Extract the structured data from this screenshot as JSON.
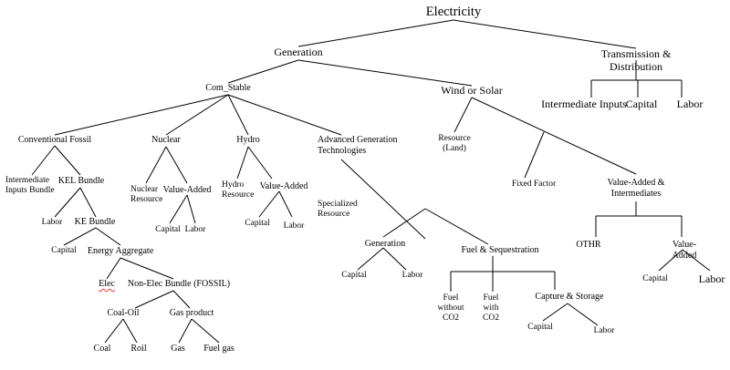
{
  "nodes": {
    "electricity": "Electricity",
    "generation": "Generation",
    "transmission_distribution": "Transmission & Distribution",
    "td_intermediate_inputs": "Intermediate Inputs",
    "td_capital": "Capital",
    "td_labor": "Labor",
    "com_stable": "Com_Stable",
    "wind_or_solar": "Wind or Solar",
    "conventional_fossil": "Conventional Fossil",
    "nuclear": "Nuclear",
    "hydro": "Hydro",
    "advanced_generation": "Advanced Generation\nTechnologies",
    "intermediate_inputs_bundle": "Intermediate\nInputs Bundle",
    "kel_bundle": "KEL Bundle",
    "kel_labor": "Labor",
    "ke_bundle": "KE Bundle",
    "ke_capital": "Capital",
    "energy_aggregate": "Energy Aggregate",
    "elec": "Elec",
    "non_elec_bundle": "Non-Elec Bundle (FOSSIL)",
    "coal_oil": "Coal-Oil",
    "gas_product": "Gas product",
    "coal": "Coal",
    "roil": "Roil",
    "gas": "Gas",
    "fuel_gas": "Fuel gas",
    "nuclear_resource": "Nuclear\nResource",
    "nuclear_value_added": "Value-Added",
    "nuclear_capital": "Capital",
    "nuclear_labor": "Labor",
    "hydro_resource": "Hydro\nResource",
    "hydro_value_added": "Value-Added",
    "hydro_capital": "Capital",
    "hydro_labor": "Labor",
    "specialized_resource": "Specialized\nResource",
    "adv_generation": "Generation",
    "adv_gen_capital": "Capital",
    "adv_gen_labor": "Labor",
    "fuel_sequestration": "Fuel & Sequestration",
    "fuel_without_co2": "Fuel\nwithout\nCO2",
    "fuel_with_co2": "Fuel\nwith\nCO2",
    "capture_storage": "Capture & Storage",
    "cs_capital": "Capital",
    "cs_labor": "Labor",
    "resource_land": "Resource\n(Land)",
    "fixed_factor": "Fixed Factor",
    "value_added_intermediates": "Value-Added &\nIntermediates",
    "othr": "OTHR",
    "ws_value_added": "Value-Added",
    "ws_capital": "Capital",
    "ws_labor": "Labor"
  }
}
